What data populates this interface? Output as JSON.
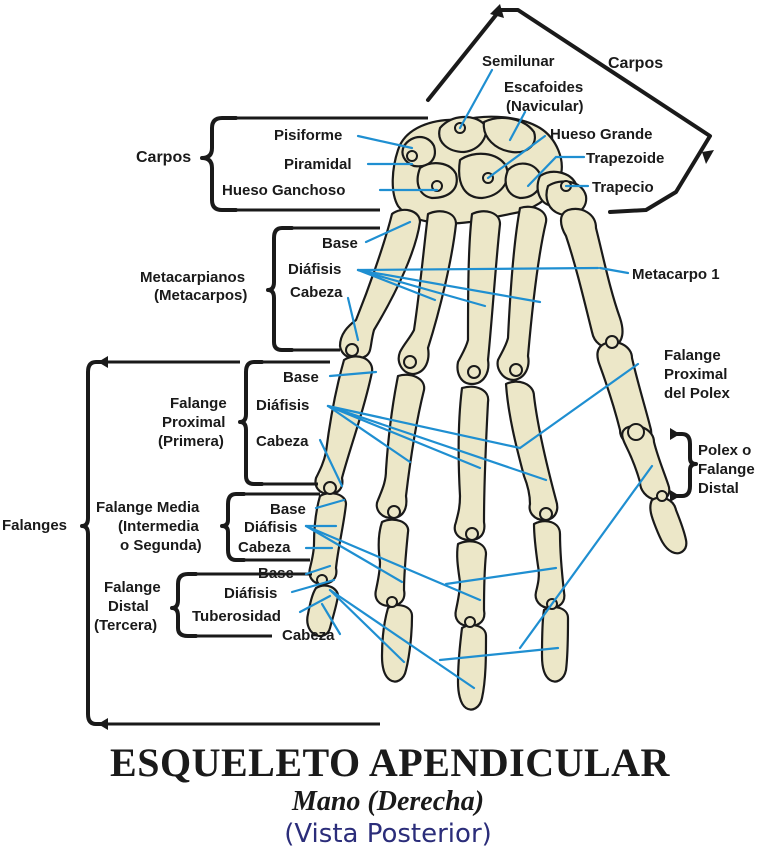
{
  "title": "ESQUELETO APENDICULAR",
  "subtitle": "Mano (Derecha)",
  "view": "(Vista Posterior)",
  "colors": {
    "leader": "#1f8fd1",
    "bone": "#ece7c8",
    "ink": "#1a1a1a",
    "view_text": "#2b2d7a"
  },
  "labels": {
    "semilunar": "Semilunar",
    "carpos_right": "Carpos",
    "escafoides_1": "Escafoides",
    "escafoides_2": "(Navicular)",
    "hueso_grande": "Hueso Grande",
    "trapezoide": "Trapezoide",
    "trapecio": "Trapecio",
    "pisiforme": "Pisiforme",
    "piramidal": "Piramidal",
    "hueso_ganchoso": "Hueso Ganchoso",
    "carpos_left": "Carpos",
    "meta_base": "Base",
    "meta_diafisis": "Diáfisis",
    "meta_cabeza": "Cabeza",
    "metacarpianos_1": "Metacarpianos",
    "metacarpianos_2": "(Metacarpos)",
    "metacarpo_1": "Metacarpo 1",
    "fal_prox_polex_1": "Falange",
    "fal_prox_polex_2": "Proximal",
    "fal_prox_polex_3": "del Polex",
    "prox_base": "Base",
    "prox_diafisis": "Diáfisis",
    "prox_cabeza": "Cabeza",
    "fal_proximal_1": "Falange",
    "fal_proximal_2": "Proximal",
    "fal_proximal_3": "(Primera)",
    "polex_1": "Polex o",
    "polex_2": "Falange",
    "polex_3": "Distal",
    "falanges": "Falanges",
    "fal_media_1": "Falange Media",
    "fal_media_2": "(Intermedia",
    "fal_media_3": "o Segunda)",
    "media_base": "Base",
    "media_diafisis": "Diáfisis",
    "media_cabeza": "Cabeza",
    "fal_distal_1": "Falange",
    "fal_distal_2": "Distal",
    "fal_distal_3": "(Tercera)",
    "dist_base": "Base",
    "dist_diafisis": "Diáfisis",
    "tuberosidad": "Tuberosidad",
    "dist_cabeza": "Cabeza"
  }
}
